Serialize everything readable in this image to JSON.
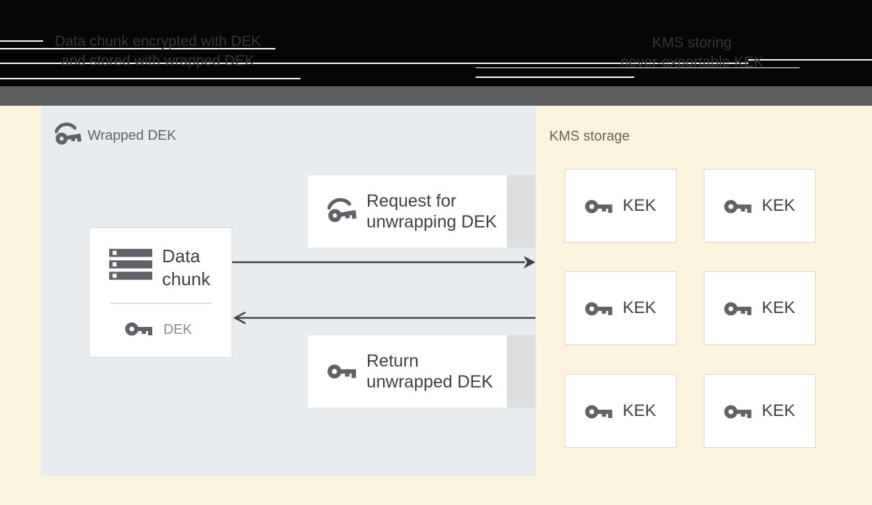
{
  "header": {
    "left_caption": {
      "line1": "Data chunk encrypted with DEK",
      "line2": "and stored with wrapped DEK"
    },
    "right_caption": {
      "line1": "KMS storing",
      "line2": "never-exportable KEK"
    }
  },
  "diagram": {
    "wrapped_dek_panel": {
      "label": "Wrapped DEK"
    },
    "data_chunk_box": {
      "line1": "Data",
      "line2": "chunk",
      "key_label": "DEK"
    },
    "request_box": {
      "line1": "Request for",
      "line2": "unwrapping DEK"
    },
    "return_box": {
      "line1": "Return",
      "line2": "unwrapped DEK"
    },
    "kms_panel": {
      "label": "KMS storage",
      "kek_boxes": [
        {
          "label": "KEK"
        },
        {
          "label": "KEK"
        },
        {
          "label": "KEK"
        },
        {
          "label": "KEK"
        },
        {
          "label": "KEK"
        },
        {
          "label": "KEK"
        }
      ]
    }
  },
  "icons": {
    "wrapped_key": "wrapped-key-icon",
    "plain_key": "key-icon",
    "data_chunk": "storage-stack-icon"
  },
  "colors": {
    "header_bg": "#060606",
    "header_text": "#34373a",
    "divider_band": "#5d5f62",
    "canvas_bg": "#fbf3dc",
    "panel_bg": "#e8ecef",
    "box_bg": "#ffffff",
    "box_shadow_band": "#dcddde",
    "box_border": "#dadce0",
    "kek_border": "#d9d5c9",
    "text_dark": "#3c4043",
    "text_gray": "#5f6368",
    "dek_text": "#84898e",
    "kms_label_text": "#6b6449",
    "arrow": "#3f4245",
    "stripe": "#ffffff"
  }
}
